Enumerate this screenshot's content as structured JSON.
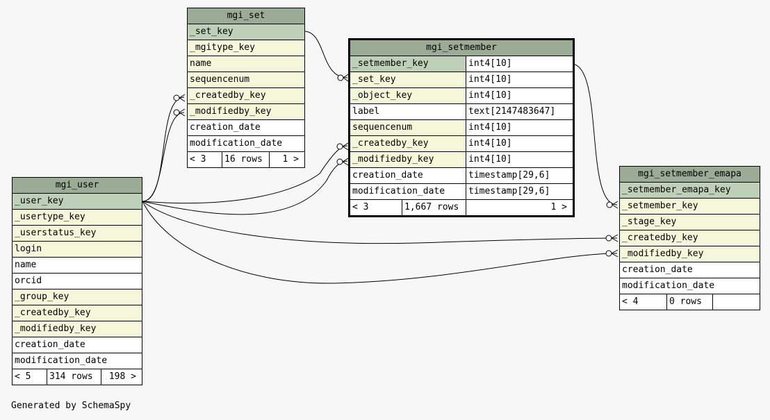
{
  "footer_text": "Generated by SchemaSpy",
  "tables": {
    "mgi_set": {
      "name": "mgi_set",
      "columns": [
        "_set_key",
        "_mgitype_key",
        "name",
        "sequencenum",
        "_createdby_key",
        "_modifiedby_key",
        "creation_date",
        "modification_date"
      ],
      "footer": [
        "< 3",
        "16 rows",
        "1 >"
      ]
    },
    "mgi_setmember": {
      "name": "mgi_setmember",
      "columns": [
        {
          "name": "_setmember_key",
          "type": "int4[10]"
        },
        {
          "name": "_set_key",
          "type": "int4[10]"
        },
        {
          "name": "_object_key",
          "type": "int4[10]"
        },
        {
          "name": "label",
          "type": "text[2147483647]"
        },
        {
          "name": "sequencenum",
          "type": "int4[10]"
        },
        {
          "name": "_createdby_key",
          "type": "int4[10]"
        },
        {
          "name": "_modifiedby_key",
          "type": "int4[10]"
        },
        {
          "name": "creation_date",
          "type": "timestamp[29,6]"
        },
        {
          "name": "modification_date",
          "type": "timestamp[29,6]"
        }
      ],
      "footer": [
        "< 3",
        "1,667 rows",
        "1 >"
      ]
    },
    "mgi_user": {
      "name": "mgi_user",
      "columns": [
        "_user_key",
        "_usertype_key",
        "_userstatus_key",
        "login",
        "name",
        "orcid",
        "_group_key",
        "_createdby_key",
        "_modifiedby_key",
        "creation_date",
        "modification_date"
      ],
      "footer": [
        "< 5",
        "314 rows",
        "198 >"
      ]
    },
    "mgi_setmember_emapa": {
      "name": "mgi_setmember_emapa",
      "columns": [
        "_setmember_emapa_key",
        "_setmember_key",
        "_stage_key",
        "_createdby_key",
        "_modifiedby_key",
        "creation_date",
        "modification_date"
      ],
      "footer": [
        "< 4",
        "0 rows",
        ""
      ]
    }
  }
}
